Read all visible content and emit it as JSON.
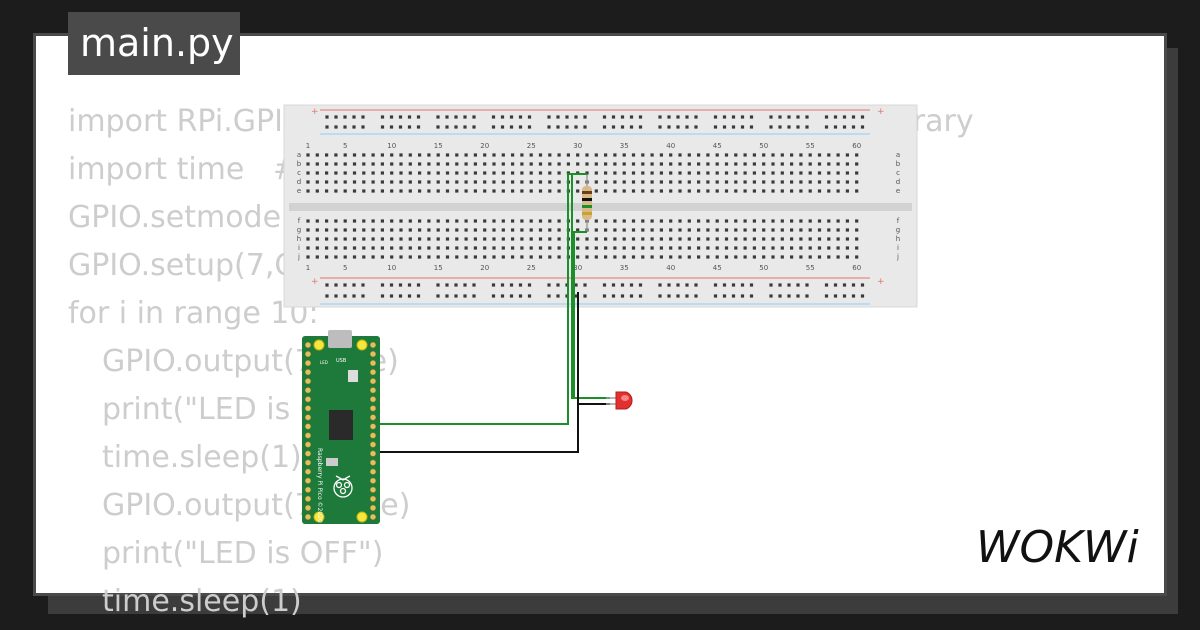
{
  "file_tab": {
    "label": "main.py"
  },
  "code_lines": [
    {
      "text": "import RPi.GPIO as GPIO  # Import Raspberry Pi GPIO library",
      "indent": false
    },
    {
      "text": "import time   # Import the time library",
      "indent": false
    },
    {
      "text": "GPIO.setmode(GPIO.BOARD)",
      "indent": false
    },
    {
      "text": "GPIO.setup(7,GPIO.OUT)",
      "indent": false
    },
    {
      "text": "for i in range 10:",
      "indent": false
    },
    {
      "text": "GPIO.output(7,True)",
      "indent": true
    },
    {
      "text": "print(\"LED is ON\")",
      "indent": true
    },
    {
      "text": "time.sleep(1)",
      "indent": true
    },
    {
      "text": "GPIO.output(7,False)",
      "indent": true
    },
    {
      "text": "print(\"LED is OFF\")",
      "indent": true
    },
    {
      "text": "time.sleep(1)",
      "indent": true
    }
  ],
  "breadboard": {
    "column_numbers": [
      "1",
      "5",
      "10",
      "15",
      "20",
      "25",
      "30",
      "35",
      "40",
      "45",
      "50",
      "55",
      "60"
    ],
    "row_labels_top": [
      "a",
      "b",
      "c",
      "d",
      "e"
    ],
    "row_labels_bottom": [
      "f",
      "g",
      "h",
      "i",
      "j"
    ],
    "rail_plus": "+",
    "rail_minus": "-"
  },
  "pico": {
    "label": "Raspberry Pi Pico ©2020",
    "usb_label": "USB",
    "led_label": "LED"
  },
  "brand": {
    "logo_text": "WOKWi"
  },
  "colors": {
    "background": "#1c1c1c",
    "card": "#ffffff",
    "code_text": "#cdcdcd",
    "pico_board": "#1d7a3b",
    "wire_green": "#1a8f2a",
    "wire_black": "#111111",
    "led_red": "#e03030"
  }
}
